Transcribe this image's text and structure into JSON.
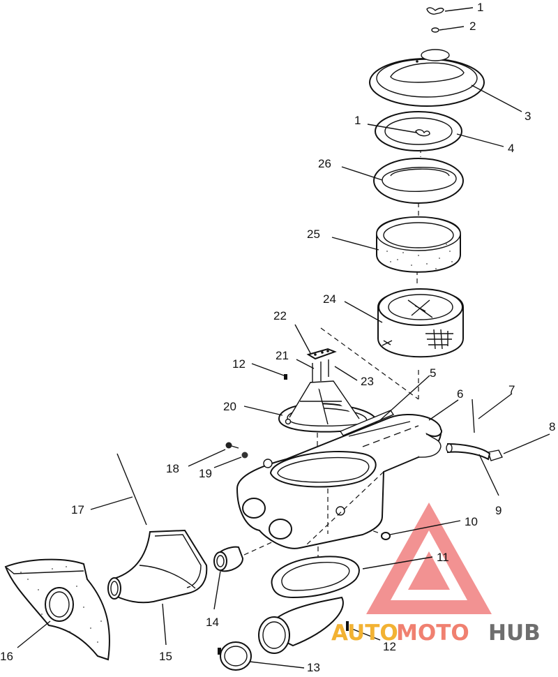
{
  "callouts": [
    "1",
    "2",
    "3",
    "1",
    "4",
    "26",
    "25",
    "24",
    "22",
    "21",
    "12",
    "23",
    "5",
    "6",
    "7",
    "8",
    "20",
    "18",
    "19",
    "9",
    "17",
    "10",
    "11",
    "14",
    "15",
    "16",
    "12",
    "13"
  ],
  "watermark": {
    "part1": "AUTO",
    "part2": "MOTO",
    "part3": "HUB",
    "color_part1": "#f2b233",
    "color_part2": "#f08070",
    "color_part3": "#6e6e6e",
    "triangle_color": "#f07f7f"
  }
}
